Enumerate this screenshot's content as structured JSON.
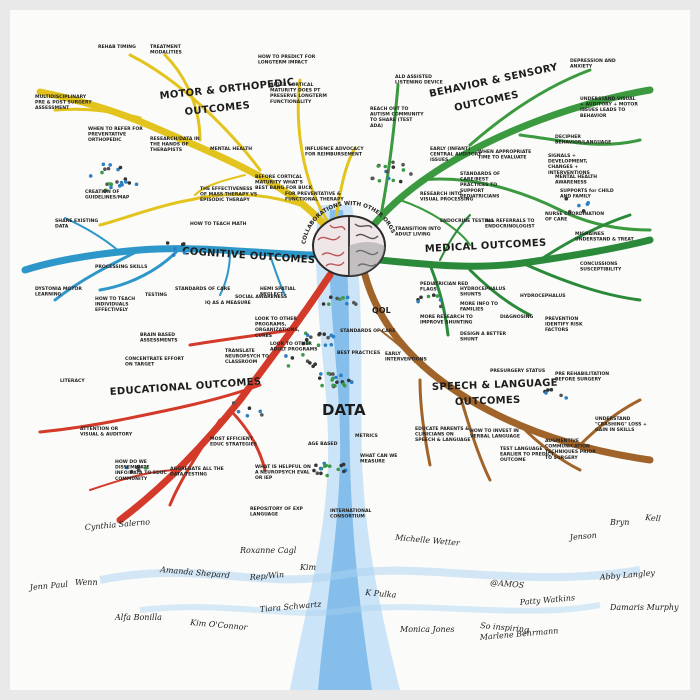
{
  "center": {
    "collab_label": "COLLABORATIONS WITH OTHER ORGS",
    "data_label": "DATA",
    "qol_label": "QOL"
  },
  "branches": {
    "motor": {
      "title": "MOTOR & ORTHOPEDIC",
      "title2": "OUTCOMES",
      "color": "#e3c41e",
      "notes": [
        "REHAB TIMING",
        "TREATMENT MODALITIES",
        "HOW TO PREDICT FOR LONGTERM IMPACT",
        "MULTIDISCIPLINARY PRE & POST SURGERY ASSESSMENT",
        "AFTER CORTICAL MATURITY DOES PT PRESERVE LONGTERM FUNCTIONALITY",
        "WHEN TO REFER FOR PREVENTATIVE ORTHOPEDIC",
        "RESEARCH/DATA IN THE HANDS OF THERAPISTS",
        "MENTAL HEALTH",
        "CREATION OF GUIDELINES/MAP",
        "THE EFFECTIVENESS OF MASS THERAPY VS EPISODIC THERAPY",
        "BEFORE CORTICAL MATURITY WHAT'S BEST BANG FOR BUCK",
        "FOR PREVENTATIVE & FUNCTIONAL THERAPY",
        "INFLUENCE ADVOCACY FOR REIMBURSEMENT"
      ]
    },
    "behavior": {
      "title": "BEHAVIOR & SENSORY",
      "title2": "OUTCOMES",
      "color": "#3b9a3f",
      "notes": [
        "ALD ASSISTED LISTENING DEVICE",
        "DEPRESSION AND ANXIETY",
        "UNDERSTAND VISUAL + AUDITORY + MOTOR ISSUES LEADS TO BEHAVIOR",
        "REACH OUT TO AUTISM COMMUNITY TO SHARE (TEST ADA)",
        "WHEN APPROPRIATE TIME TO EVALUATE",
        "DECIPHER BEHAVIOR/LANGUAGE",
        "SIGNALS + DEVELOPMENT, CHANGES + INTERVENTIONS",
        "EARLY (INFANT) CENTRAL AUDITORY ISSUES",
        "STANDARDS OF CARE/BEST PRACTICES TO SUPPORT PEDIATRICIANS",
        "MENTAL HEALTH AWARENESS",
        "SUPPORTS for CHILD AND FAMILY",
        "RESEARCH INTO VISUAL PROCESSING"
      ]
    },
    "cognitive": {
      "title": "COGNITIVE OUTCOMES",
      "color": "#2e97c9",
      "notes": [
        "HOW TO TEACH MATH",
        "SHARE EXISTING DATA",
        "PROCESSING SKILLS",
        "STANDARDS OF CARE",
        "DYSTONIA MOTOR LEARNING",
        "HOW TO TEACH INDIVIDUALS EFFECTIVELY",
        "TESTING",
        "IQ AS A MEASURE",
        "SOCIAL AWARENESS",
        "HEMI SPATIAL NEGLECT"
      ]
    },
    "medical": {
      "title": "MEDICAL OUTCOMES",
      "color": "#2a8a3a",
      "notes": [
        "ENDOCRINE TESTING",
        "ALL REFERRALS TO ENDOCRINOLOGIST",
        "NURSE COORDINATION OF CARE",
        "MIGRAINES UNDERSTAND & TREAT",
        "CONCUSSIONS SUSCEPTIBILITY",
        "TRANSITION INTO ADULT LIVING",
        "PEDIATRICIAN RED FLAGS",
        "HYDROCEPHALUS SHUNTS",
        "HYDROCEPHALUS",
        "MORE INFO TO FAMILIES",
        "DIAGNOSING",
        "PREVENTION IDENTIFY RISK FACTORS",
        "MORE RESEARCH TO IMPROVE SHUNTING",
        "DESIGN A BETTER SHUNT"
      ]
    },
    "educational": {
      "title": "EDUCATIONAL OUTCOMES",
      "color": "#d33a2a",
      "notes": [
        "BRAIN BASED ASSESSMENTS",
        "LITERACY",
        "CONCENTRATE EFFORT ON TARGET",
        "TRANSLATE NEUROPSYCH TO CLASSROOM",
        "LOOK TO OTHER ADULT PROGRAMS",
        "LOOK TO OTHER PROGRAMS, ORGANIZATIONS, CURES",
        "ATTENTION OR VISUAL & AUDITORY",
        "HOW DO WE DISSEMINATE INFO/DATA TO EDUC COMMUNITY",
        "AGGREGATE ALL THE DATA/TESTING",
        "MOST EFFICIENT EDUC STRATEGIES",
        "WHAT IS HELPFUL ON A NEUROPSYCH EVAL OR IEP",
        "REPOSITORY OF EXP LANGUAGE"
      ]
    },
    "speech": {
      "title": "SPEECH & LANGUAGE",
      "title2": "OUTCOMES",
      "color": "#a0642a",
      "notes": [
        "EARLY INTERVENTIONS",
        "PRESURGERY STATUS",
        "PRE REHABILITATION BEFORE SURGERY",
        "EDUCATE PARENTS & CLINICIANS ON SPEECH & LANGUAGE",
        "HOW TO INVEST IN VERBAL LANGUAGE",
        "TEST LANGUAGE EARLIER TO PREDICT OUTCOME",
        "AUGMENTIVE COMMUNICATION TECHNIQUES PRIOR TO SURGERY",
        "UNDERSTAND \"CRASHING\" LOSS + GAIN IN SKILLS"
      ]
    }
  },
  "trunk": {
    "notes": [
      "STANDARDS OF CARE",
      "BEST PRACTICES",
      "AGE BASED",
      "METRICS",
      "WHAT CAN WE MEASURE",
      "INTERNATIONAL CONSORTIUM"
    ]
  },
  "signatures": [
    "Cynthia Salerno",
    "Roxanne Cagl",
    "Michelle Wetter",
    "Jenson",
    "Bryn",
    "Kell",
    "Jenn Paul",
    "Wenn",
    "Amanda Shepard",
    "Rep/Win",
    "Kim",
    "@AMOS",
    "Abby Langley",
    "Damaris Murphy",
    "K Pulka",
    "Patty Watkins",
    "Alfa Bonilla",
    "Kim O'Connor",
    "Tiara Schwartz",
    "Monica Jones",
    "So inspiring",
    "Marlene Behrmann"
  ]
}
